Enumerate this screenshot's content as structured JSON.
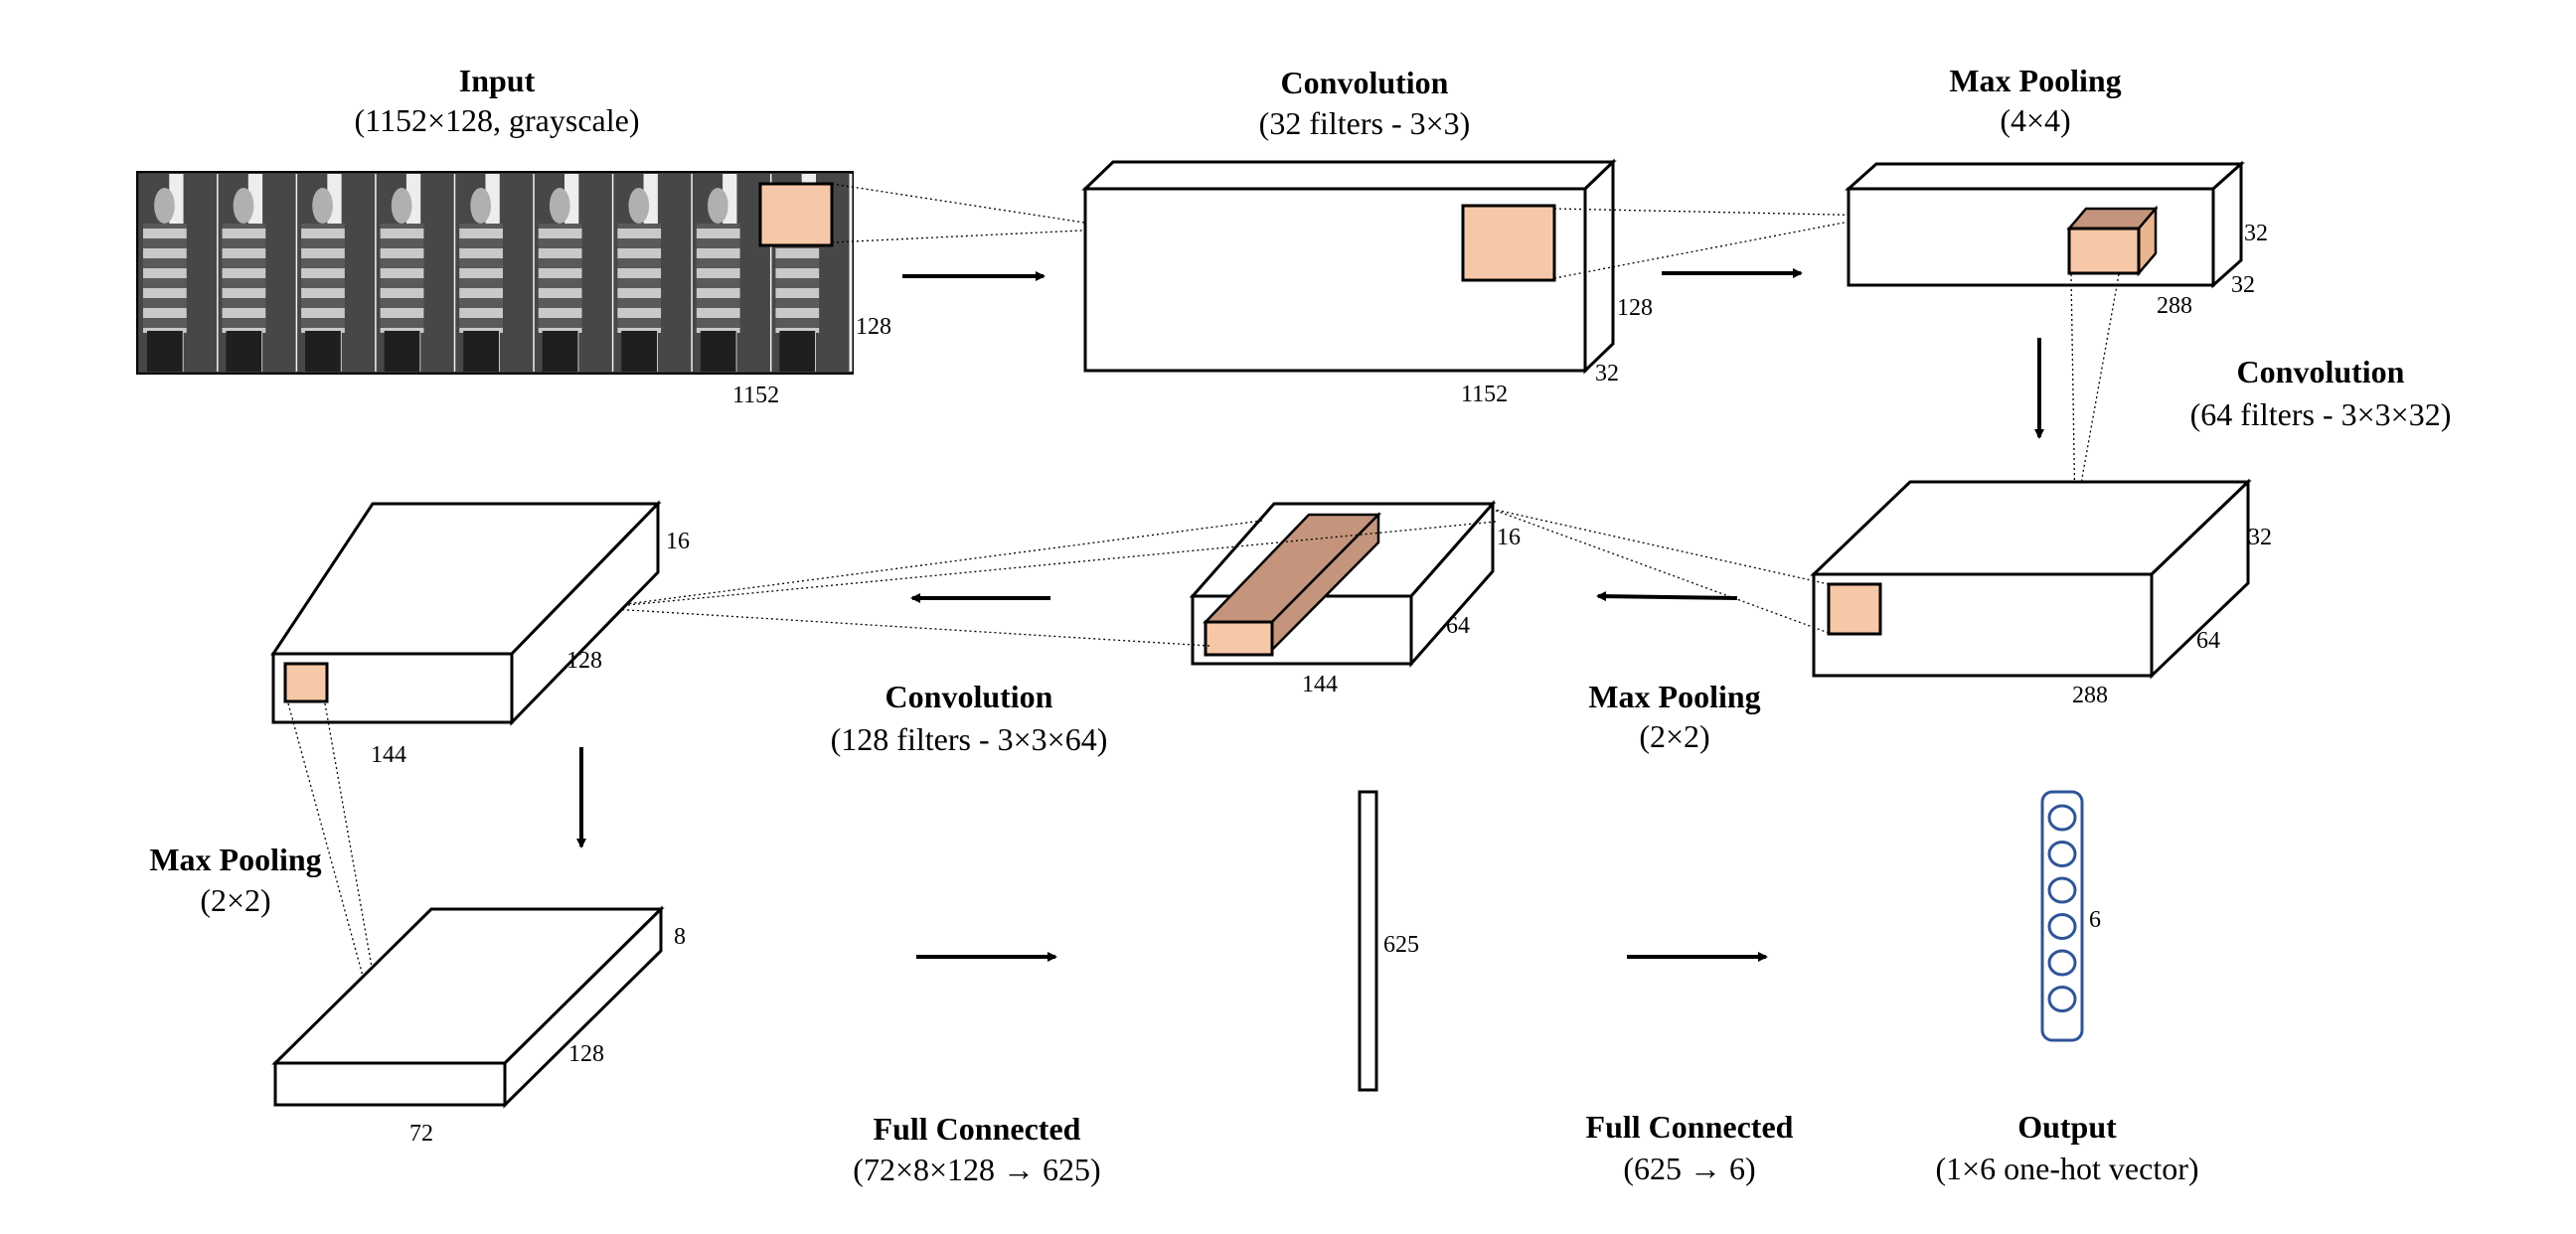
{
  "input": {
    "title": "Input",
    "subtitle": "(1152×128, grayscale)",
    "width_label": "1152",
    "height_label": "128",
    "frame_count": 9
  },
  "conv1": {
    "title": "Convolution",
    "subtitle": "(32 filters - 3×3)",
    "width_label": "1152",
    "height_label": "128",
    "depth_label": "32"
  },
  "pool1": {
    "title": "Max Pooling",
    "subtitle": "(4×4)",
    "width_label": "288",
    "height_label": "32",
    "depth_label": "32"
  },
  "conv2": {
    "title": "Convolution",
    "subtitle": "(64 filters - 3×3×32)",
    "width_label": "288",
    "height_label": "32",
    "depth_label": "64"
  },
  "pool2": {
    "title": "Max Pooling",
    "subtitle": "(2×2)",
    "width_label": "144",
    "height_label": "16",
    "depth_label": "64"
  },
  "conv3": {
    "title": "Convolution",
    "subtitle": "(128 filters - 3×3×64)",
    "width_label": "144",
    "height_label": "16",
    "depth_label": "128"
  },
  "pool3": {
    "title": "Max Pooling",
    "subtitle": "(2×2)",
    "width_label": "72",
    "height_label": "8",
    "depth_label": "128"
  },
  "fc1": {
    "title": "Full Connected",
    "subtitle": "(72×8×128 → 625)",
    "size_label": "625"
  },
  "fc2": {
    "title": "Full Connected",
    "subtitle": "(625 → 6)"
  },
  "output": {
    "title": "Output",
    "subtitle": "(1×6 one-hot vector)",
    "size_label": "6",
    "node_count": 6
  },
  "colors": {
    "highlight": "#f7c8a8",
    "highlight_dark": "#c4957c",
    "node_stroke": "#2f5597"
  }
}
